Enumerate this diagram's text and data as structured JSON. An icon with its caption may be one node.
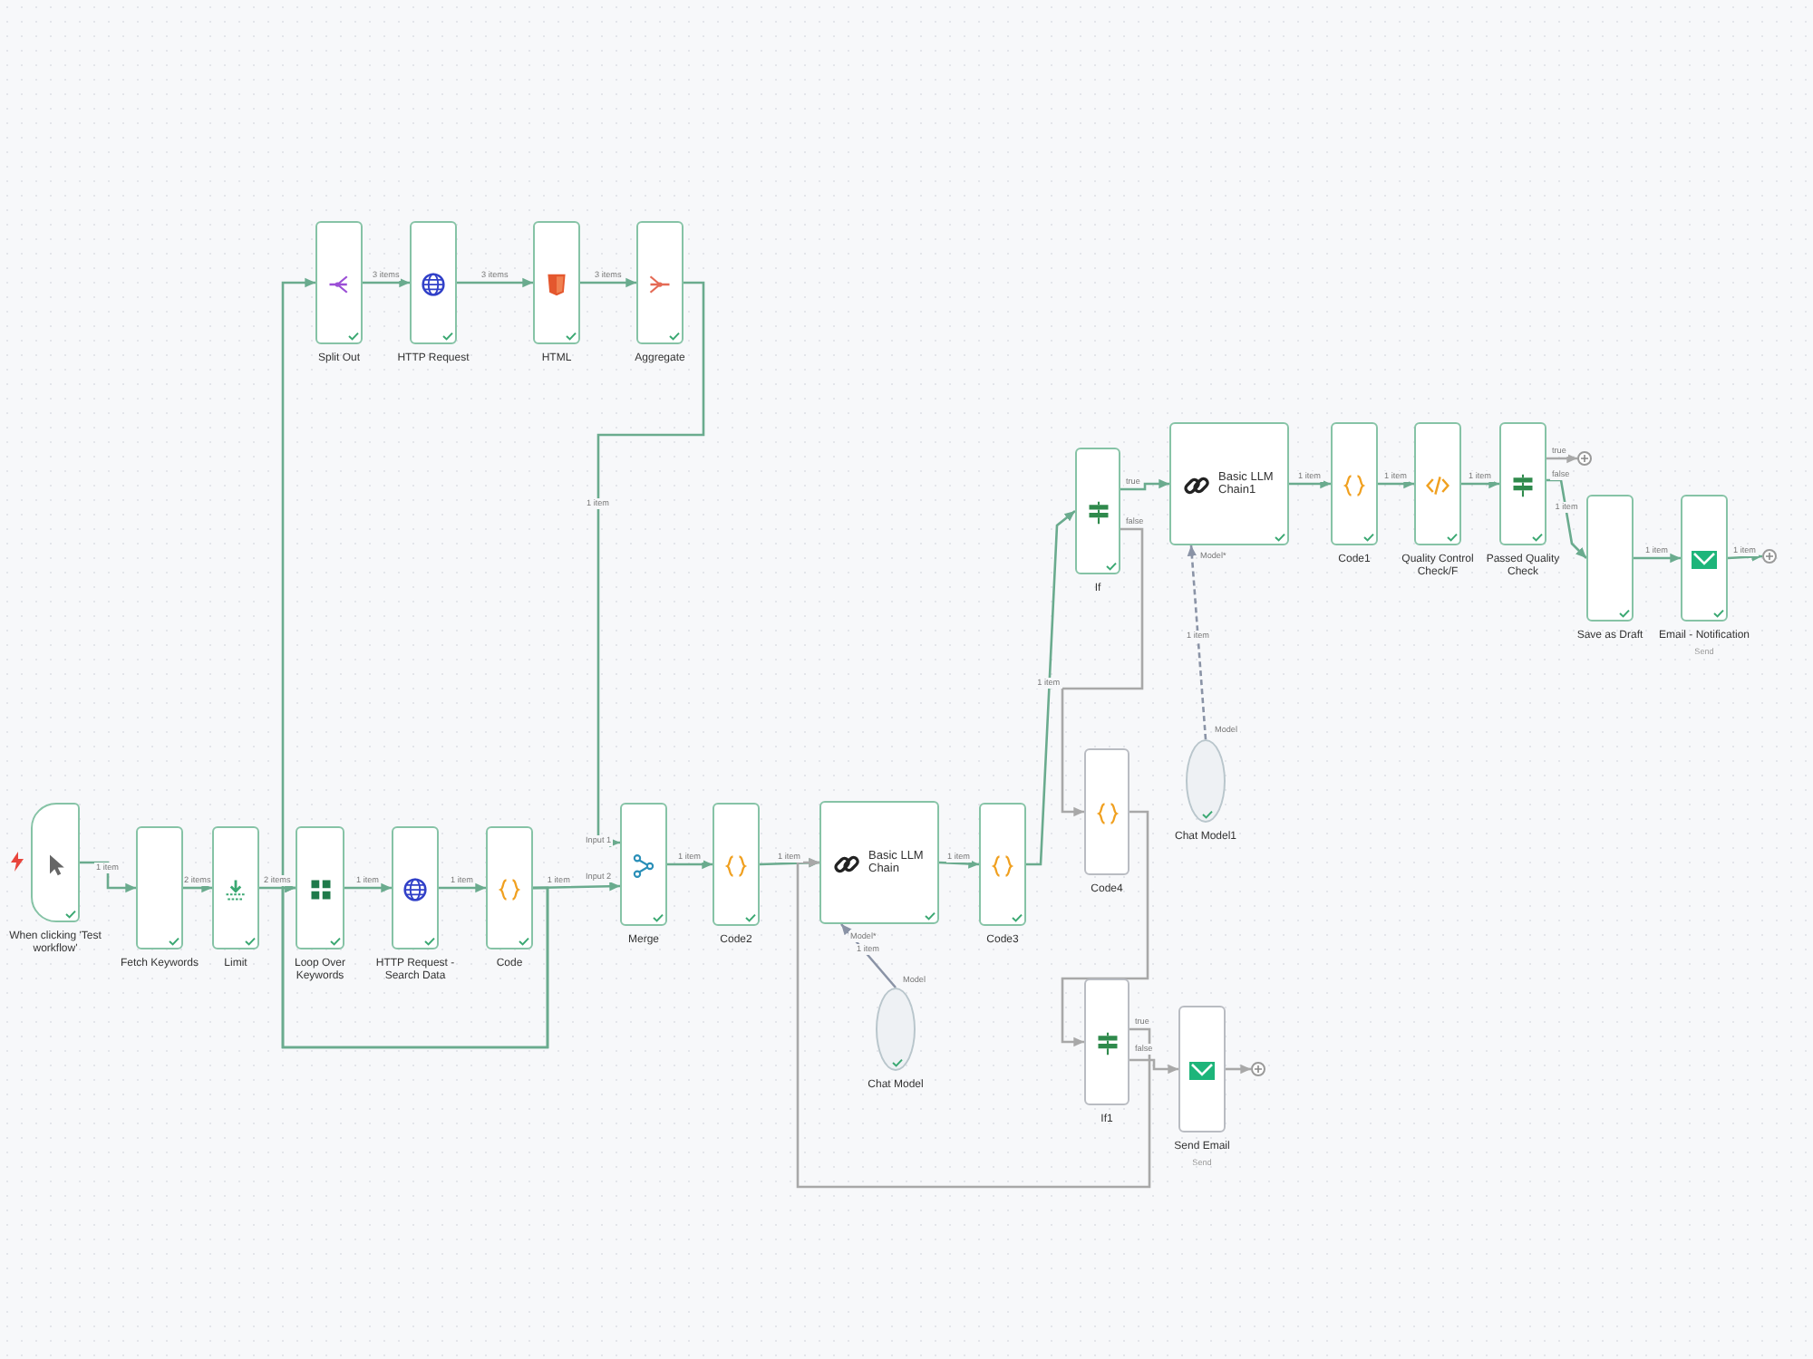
{
  "diagram": {
    "nodes": [
      {
        "text": [
          "When clicking 'Test workflow'"
        ]
      },
      {
        "text": [
          "Fetch Keywords"
        ]
      },
      {
        "text": [
          "Limit"
        ]
      },
      {
        "text": [
          "Loop Over Keywords"
        ]
      },
      {
        "text": [
          "HTTP Request - Search Data"
        ]
      },
      {
        "text": [
          "Code"
        ]
      },
      {
        "text": [
          "Split Out"
        ]
      },
      {
        "text": [
          "HTTP Request"
        ]
      },
      {
        "text": [
          "HTML"
        ]
      },
      {
        "text": [
          "Aggregate"
        ]
      },
      {
        "text": [
          "Merge"
        ]
      },
      {
        "text": [
          "Code2"
        ]
      },
      {
        "text": [
          "Basic LLM Chain"
        ]
      },
      {
        "text": [
          "Chat Model"
        ]
      },
      {
        "text": [
          "Code3"
        ]
      },
      {
        "text": [
          "If"
        ]
      },
      {
        "text": [
          "Basic LLM Chain1"
        ]
      },
      {
        "text": [
          "Chat Model1"
        ]
      },
      {
        "text": [
          "Code1"
        ]
      },
      {
        "text": [
          "Quality Control Check/F"
        ]
      },
      {
        "text": [
          "Passed Quality Check"
        ]
      },
      {
        "text": [
          "Save as Draft"
        ]
      },
      {
        "text": [
          "Email - Notification"
        ],
        "beside": [
          "Send"
        ]
      },
      {
        "text": [
          "Code4"
        ]
      },
      {
        "text": [
          "If1"
        ]
      },
      {
        "text": [
          "Send Email"
        ],
        "beside": [
          "Send"
        ]
      },
      {
        "text": [],
        "shape": "circle"
      },
      {
        "text": [],
        "shape": "circle"
      },
      {
        "text": [],
        "shape": "circle"
      }
    ],
    "edges": [
      {
        "from": 0,
        "to": 1,
        "arrow": "to",
        "label": "1 item"
      },
      {
        "from": 1,
        "to": 2,
        "arrow": "to",
        "label": "2 items"
      },
      {
        "from": 2,
        "to": 3,
        "arrow": "to",
        "label": "2 items"
      },
      {
        "from": 3,
        "to": 4,
        "arrow": "to",
        "label": "1 item"
      },
      {
        "from": 4,
        "to": 5,
        "arrow": "to",
        "label": "1 item"
      },
      {
        "from": 5,
        "to": 10,
        "arrow": "to",
        "label": "1 item"
      },
      {
        "from": 5,
        "to": 3,
        "arrow": "to"
      },
      {
        "from": 5,
        "to": 6,
        "arrow": "to"
      },
      {
        "from": 6,
        "to": 7,
        "arrow": "to",
        "label": "3 items"
      },
      {
        "from": 7,
        "to": 8,
        "arrow": "to",
        "label": "3 items"
      },
      {
        "from": 8,
        "to": 9,
        "arrow": "to",
        "label": "3 items"
      },
      {
        "from": 9,
        "to": 10,
        "arrow": "to",
        "label": "1 item"
      },
      {
        "from": 10,
        "to": 11,
        "arrow": "to",
        "label": "1 item"
      },
      {
        "from": 11,
        "to": 12,
        "arrow": "to",
        "label": "1 item"
      },
      {
        "from": 13,
        "to": 12,
        "arrow": "to",
        "label": "1 item",
        "color": "#8a93a6"
      },
      {
        "from": 12,
        "to": 14,
        "arrow": "to",
        "label": "1 item"
      },
      {
        "from": 14,
        "to": 15,
        "arrow": "to",
        "label": "1 item"
      },
      {
        "from": 15,
        "to": 16,
        "arrow": "to"
      },
      {
        "from": 17,
        "to": 16,
        "arrow": "to",
        "label": "1 item",
        "style": "dashed",
        "color": "#8a93a6"
      },
      {
        "from": 16,
        "to": 18,
        "arrow": "to",
        "label": "1 item"
      },
      {
        "from": 18,
        "to": 19,
        "arrow": "to",
        "label": "1 item"
      },
      {
        "from": 19,
        "to": 20,
        "arrow": "to",
        "label": "1 item"
      },
      {
        "from": 20,
        "to": 26,
        "arrow": "to",
        "color": "#a8a8a8"
      },
      {
        "from": 20,
        "to": 21,
        "arrow": "to",
        "label": "1 item"
      },
      {
        "from": 21,
        "to": 22,
        "arrow": "to",
        "label": "1 item"
      },
      {
        "from": 22,
        "to": 27,
        "arrow": "to",
        "label": "1 item"
      },
      {
        "from": 15,
        "to": 23,
        "arrow": "to",
        "color": "#a8a8a8"
      },
      {
        "from": 23,
        "to": 24,
        "arrow": "to",
        "color": "#a8a8a8"
      },
      {
        "from": 24,
        "to": 12,
        "arrow": "to",
        "color": "#a8a8a8"
      },
      {
        "from": 24,
        "to": 25,
        "arrow": "to",
        "color": "#a8a8a8"
      },
      {
        "from": 25,
        "to": 28,
        "arrow": "to",
        "color": "#a8a8a8"
      }
    ],
    "labels": [
      "Input 1",
      "Input 2",
      "Model*",
      "Model",
      "true",
      "false",
      "Model*",
      "Model",
      "true",
      "false",
      "true",
      "false"
    ]
  }
}
